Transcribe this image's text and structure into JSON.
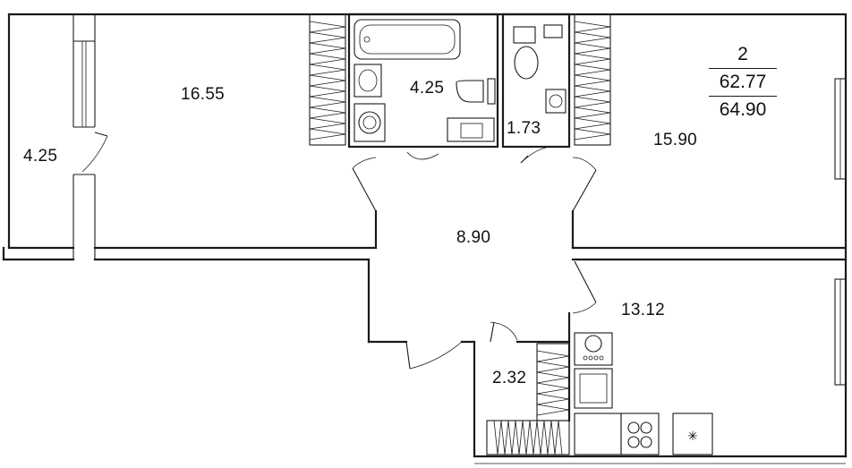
{
  "plan": {
    "rooms": 2,
    "living_area": "62.77",
    "total_area": "64.90"
  },
  "areas": {
    "balcony": "4.25",
    "room_left": "16.55",
    "bathroom": "4.25",
    "toilet": "1.73",
    "room_right": "15.90",
    "hall": "8.90",
    "kitchen": "13.12",
    "storage": "2.32"
  }
}
